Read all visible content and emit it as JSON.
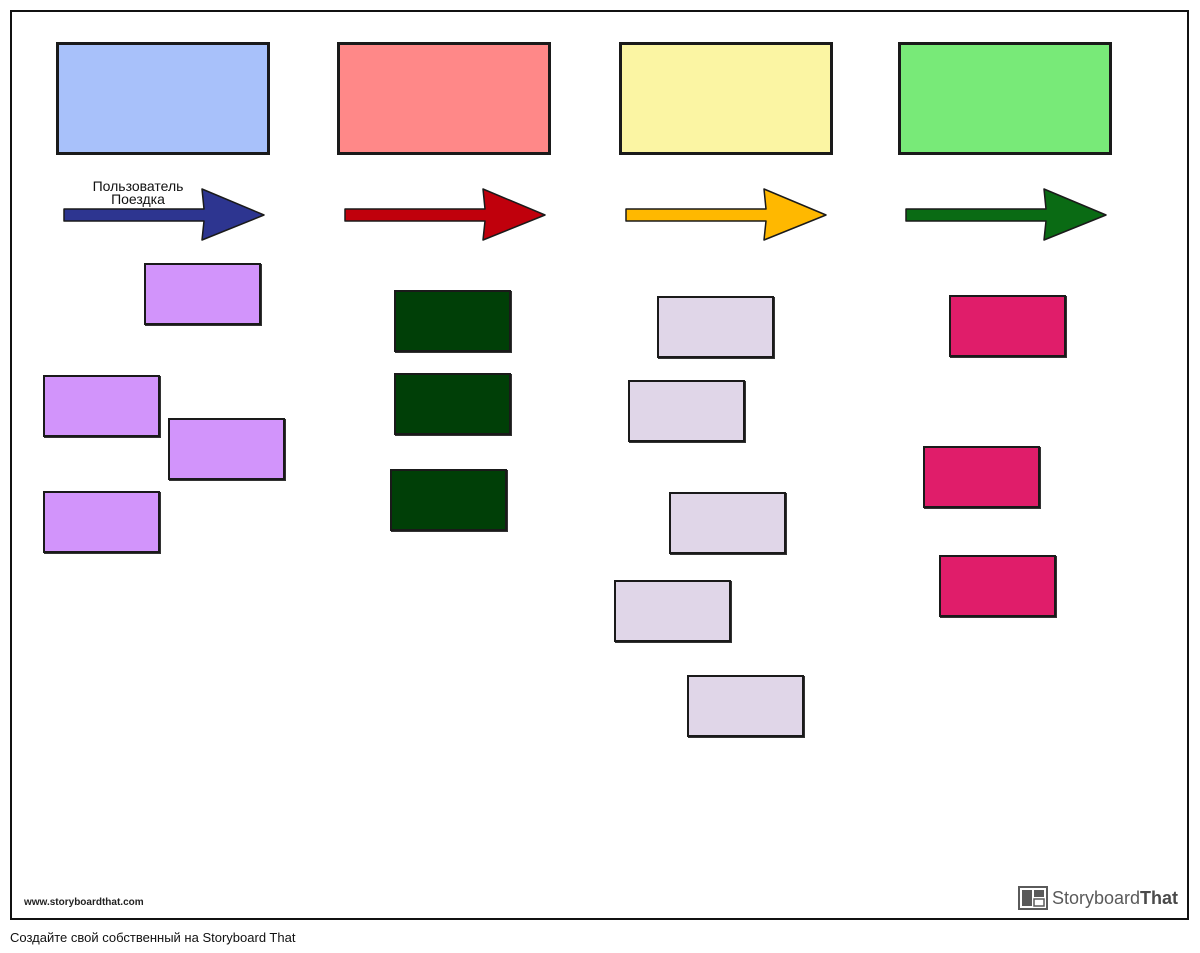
{
  "colors": {
    "header_boxes": [
      "#a8c1fa",
      "#ff8888",
      "#fbf5a3",
      "#78ea78"
    ],
    "arrows": [
      "#2d3590",
      "#c0000c",
      "#ffb800",
      "#0a6b14"
    ],
    "cards": {
      "column1": "#d294fb",
      "column2": "#003f07",
      "column3": "#e0d6e8",
      "column4": "#e01d6a"
    }
  },
  "arrow_caption": {
    "line1": "Пользователь",
    "line2": "Поездка"
  },
  "columns": [
    {
      "card_count": 4
    },
    {
      "card_count": 3
    },
    {
      "card_count": 5
    },
    {
      "card_count": 3
    }
  ],
  "watermark_url": "www.storyboardthat.com",
  "logo": {
    "icon": "storyboard-logo-icon",
    "word1": "Storyboard",
    "word2": "That"
  },
  "footer": "Создайте свой собственный на Storyboard That"
}
